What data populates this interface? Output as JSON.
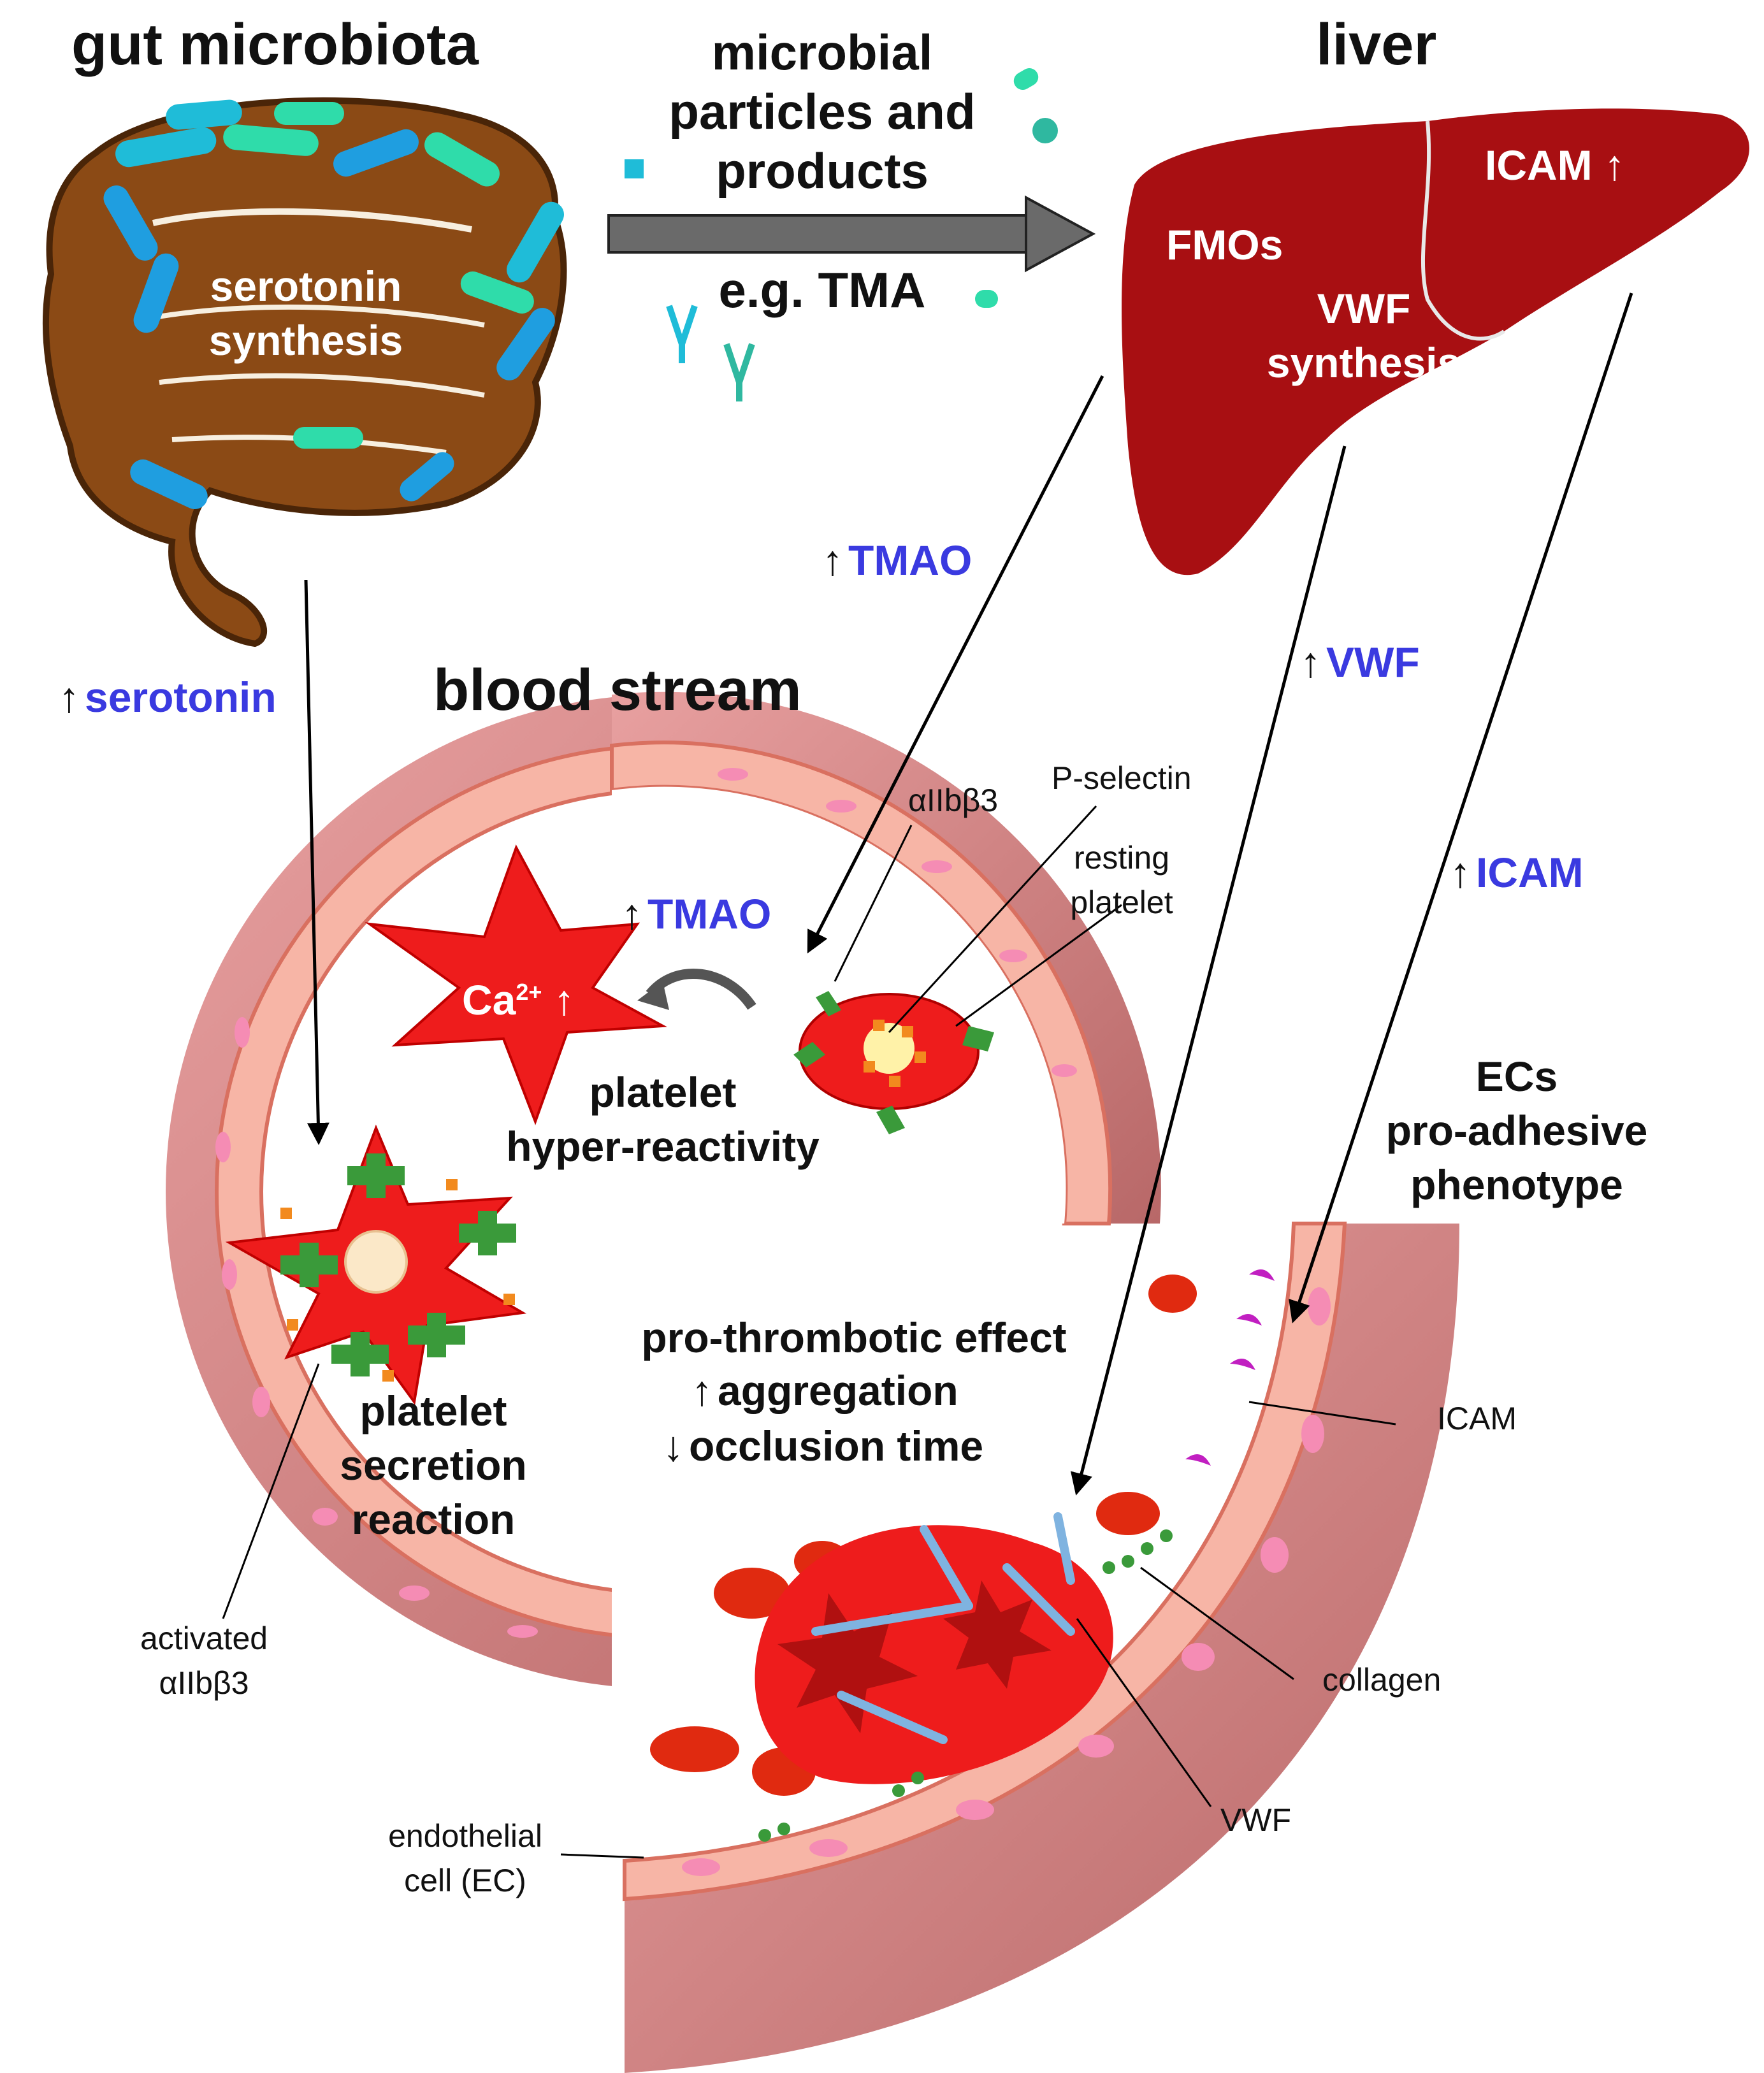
{
  "figure": {
    "titles": {
      "gut": "gut microbiota",
      "liver": "liver",
      "blood": "blood stream"
    },
    "gut": {
      "synthesis_line1": "serotonin",
      "synthesis_line2": "synthesis"
    },
    "transport": {
      "line1": "microbial",
      "line2": "particles and",
      "line3": "products",
      "example": "e.g. TMA"
    },
    "liver": {
      "fmos": "FMOs",
      "vwf_line1": "VWF",
      "vwf_line2": "synthesis",
      "icam": "ICAM"
    },
    "mediators": {
      "tmao": "TMAO",
      "serotonin": "serotonin",
      "vwf": "VWF",
      "icam": "ICAM",
      "tmao_inner": "TMAO"
    },
    "platelet": {
      "ca": "Ca",
      "ca_sup": "2+",
      "alpha_label": "αIIbβ3",
      "pselectin": "P-selectin",
      "resting_line1": "resting",
      "resting_line2": "platelet",
      "hyper_line1": "platelet",
      "hyper_line2": "hyper-reactivity",
      "secretion_line1": "platelet",
      "secretion_line2": "secretion",
      "secretion_line3": "reaction",
      "activated_line1": "activated",
      "activated_line2": "αIIbβ3"
    },
    "effects": {
      "ecs_line1": "ECs",
      "ecs_line2": "pro-adhesive",
      "ecs_line3": "phenotype",
      "thrombo_line1": "pro-thrombotic effect",
      "thrombo_line2": "aggregation",
      "thrombo_line3": "occlusion time"
    },
    "vessel_labels": {
      "icam": "ICAM",
      "collagen": "collagen",
      "vwf": "VWF",
      "ec_line1": "endothelial",
      "ec_line2": "cell (EC)"
    },
    "arrows": {
      "up": "↑",
      "down": "↓"
    },
    "colors": {
      "liver": "#a80f12",
      "gut": "#8b4a15",
      "vessel_wall": "#d98c8c",
      "endothelium": "#f7b5a6",
      "platelet": "#ee1c1c",
      "rbc": "#e02a10",
      "mediator_text": "#3a3ae0",
      "receptor_green": "#3a9a3a",
      "icam_magenta": "#c11fc1",
      "vwf_blue": "#7fb3e0"
    }
  }
}
